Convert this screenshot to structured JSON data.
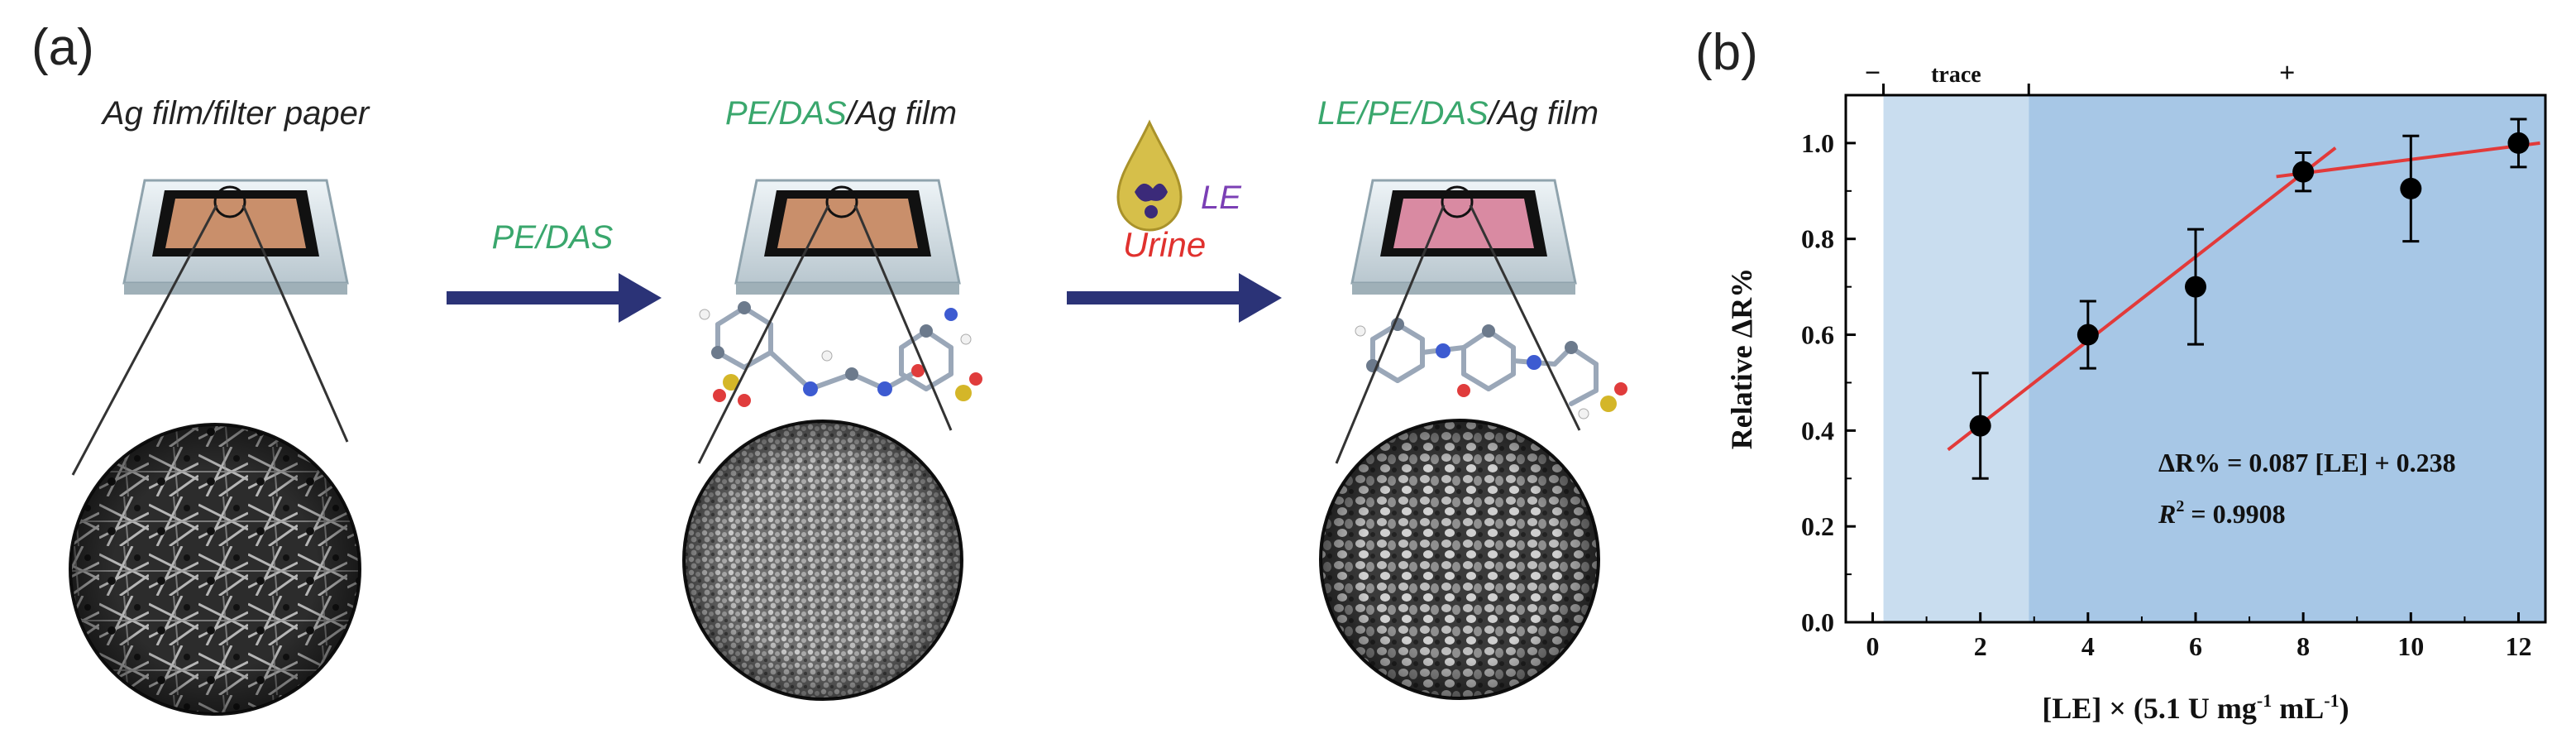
{
  "panel_a": {
    "panel_label": "(a)",
    "stages": [
      {
        "title_parts": [
          {
            "text": "Ag film/filter paper",
            "color": "#222222"
          }
        ],
        "pad_color": "#c98f6b",
        "sem_style": "fibers"
      },
      {
        "title_parts": [
          {
            "text": "PE/DAS",
            "color": "#3aa76d"
          },
          {
            "text": "/Ag film",
            "color": "#222222"
          }
        ],
        "pad_color": "#c98f6b",
        "sem_style": "fine"
      },
      {
        "title_parts": [
          {
            "text": "LE/PE/DAS",
            "color": "#3aa76d"
          },
          {
            "text": "/Ag film",
            "color": "#222222"
          }
        ],
        "pad_color": "#d98aa2",
        "sem_style": "coarse"
      }
    ],
    "arrow1_label": "PE/DAS",
    "arrow2_top_label": "LE",
    "arrow2_bottom_label": "Urine",
    "colors": {
      "green": "#3aa76d",
      "purple": "#7b3fb5",
      "red": "#e0312e",
      "arrow": "#2b3377"
    }
  },
  "panel_b": {
    "panel_label": "(b)",
    "zones": [
      {
        "label": "−",
        "from": -0.2,
        "to": 0.2
      },
      {
        "label": "trace",
        "from": 0.2,
        "to": 2.9
      },
      {
        "label": "+",
        "from": 2.9,
        "to": 12.5
      }
    ],
    "zone_colors": [
      "#ffffff",
      "#c9ddef",
      "#a7c7e6"
    ],
    "equation": "ΔR% = 0.087 [LE] + 0.238",
    "r2_label": "R",
    "r2_sup": "2",
    "r2_value": " = 0.9908"
  },
  "chart_data": {
    "type": "scatter",
    "xlabel_parts": {
      "main": "[LE] × (5.1 U mg",
      "sup1": "-1",
      "mid": " mL",
      "sup2": "-1",
      "end": ")"
    },
    "ylabel": "Relative  ΔR%",
    "xlim": [
      -0.5,
      12.5
    ],
    "ylim": [
      0,
      1.1
    ],
    "xticks": [
      0,
      2,
      4,
      6,
      8,
      10,
      12
    ],
    "yticks": [
      "0.0",
      "0.2",
      "0.4",
      "0.6",
      "0.8",
      "1.0"
    ],
    "series": [
      {
        "points": [
          {
            "x": 2,
            "y": 0.41,
            "err": 0.11
          },
          {
            "x": 4,
            "y": 0.6,
            "err": 0.07
          },
          {
            "x": 6,
            "y": 0.7,
            "err": 0.12
          },
          {
            "x": 8,
            "y": 0.94,
            "err": 0.04
          },
          {
            "x": 10,
            "y": 0.905,
            "err": 0.11
          },
          {
            "x": 12,
            "y": 1.0,
            "err": 0.05
          }
        ]
      }
    ],
    "fit_lines": [
      {
        "x": [
          1.4,
          8.6
        ],
        "y": [
          0.36,
          0.99
        ]
      },
      {
        "x": [
          7.5,
          12.4
        ],
        "y": [
          0.93,
          1.0
        ]
      }
    ],
    "fit_color": "#e23a3a"
  }
}
